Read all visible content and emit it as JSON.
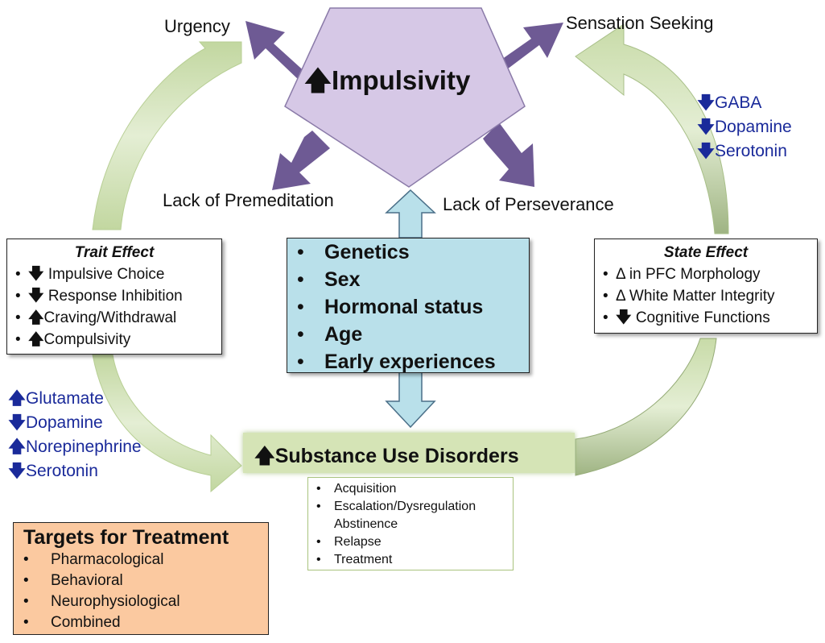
{
  "center": {
    "arrow_icon": "up-arrow",
    "title": "Impulsivity"
  },
  "facets": {
    "urgency": "Urgency",
    "sensation_seeking": "Sensation Seeking",
    "lack_of_premeditation": "Lack of Premeditation",
    "lack_of_perseverance": "Lack of Perseverance"
  },
  "right_neuro": [
    {
      "dir": "down",
      "label": "GABA"
    },
    {
      "dir": "down",
      "label": "Dopamine"
    },
    {
      "dir": "down",
      "label": "Serotonin"
    }
  ],
  "left_neuro": [
    {
      "dir": "up",
      "label": "Glutamate"
    },
    {
      "dir": "down",
      "label": "Dopamine"
    },
    {
      "dir": "up",
      "label": "Norepinephrine"
    },
    {
      "dir": "down",
      "label": "Serotonin"
    }
  ],
  "trait_effect": {
    "title": "Trait Effect",
    "items": [
      {
        "dir": "down",
        "label": " Impulsive Choice"
      },
      {
        "dir": "down",
        "label": " Response Inhibition"
      },
      {
        "dir": "up",
        "label": "Craving/Withdrawal"
      },
      {
        "dir": "up",
        "label": "Compulsivity"
      }
    ]
  },
  "state_effect": {
    "title": "State Effect",
    "items": [
      {
        "dir": "",
        "label": "Δ in PFC Morphology"
      },
      {
        "dir": "",
        "label": "Δ White Matter Integrity"
      },
      {
        "dir": "down",
        "label": " Cognitive Functions"
      }
    ]
  },
  "factors": [
    "Genetics",
    "Sex",
    "Hormonal status",
    "Age",
    "Early experiences"
  ],
  "sud": {
    "arrow_icon": "up-arrow",
    "title": "Substance Use Disorders"
  },
  "stages": [
    "Acquisition",
    "Escalation/Dysregulation",
    "Abstinence",
    "Relapse",
    "Treatment"
  ],
  "targets": {
    "title": "Targets for Treatment",
    "items": [
      "Pharmacological",
      "Behavioral",
      "Neurophysiological",
      "Combined"
    ]
  },
  "bullet": "•",
  "colors": {
    "pentagon": "#d6c8e6",
    "facet_arrow": "#6e5a94",
    "green_arrow": "#d5e4b6",
    "factors_box": "#b9e0ea",
    "targets_box": "#fbc9a0",
    "neuro_text": "#1a2a9a"
  }
}
